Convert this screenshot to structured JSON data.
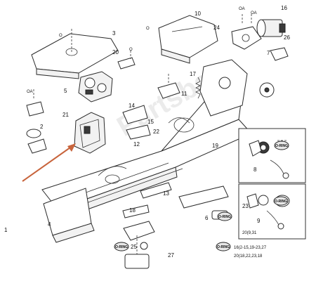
{
  "diagram": {
    "accent_color": "#c8643c",
    "callouts": [
      "1",
      "2",
      "3",
      "4",
      "5",
      "6",
      "7",
      "8",
      "9",
      "10",
      "11",
      "12",
      "13",
      "14",
      "15",
      "16",
      "17",
      "18",
      "19",
      "20",
      "21",
      "22",
      "23",
      "24",
      "25",
      "26",
      "27"
    ],
    "markers": {
      "oa": "OA",
      "o": "O"
    },
    "badge_text": "O-RING",
    "legend": {
      "line1": "16(2-15,19-23,27",
      "line2": "20(18,22,23,18",
      "inset_range": "20(9,31"
    }
  }
}
